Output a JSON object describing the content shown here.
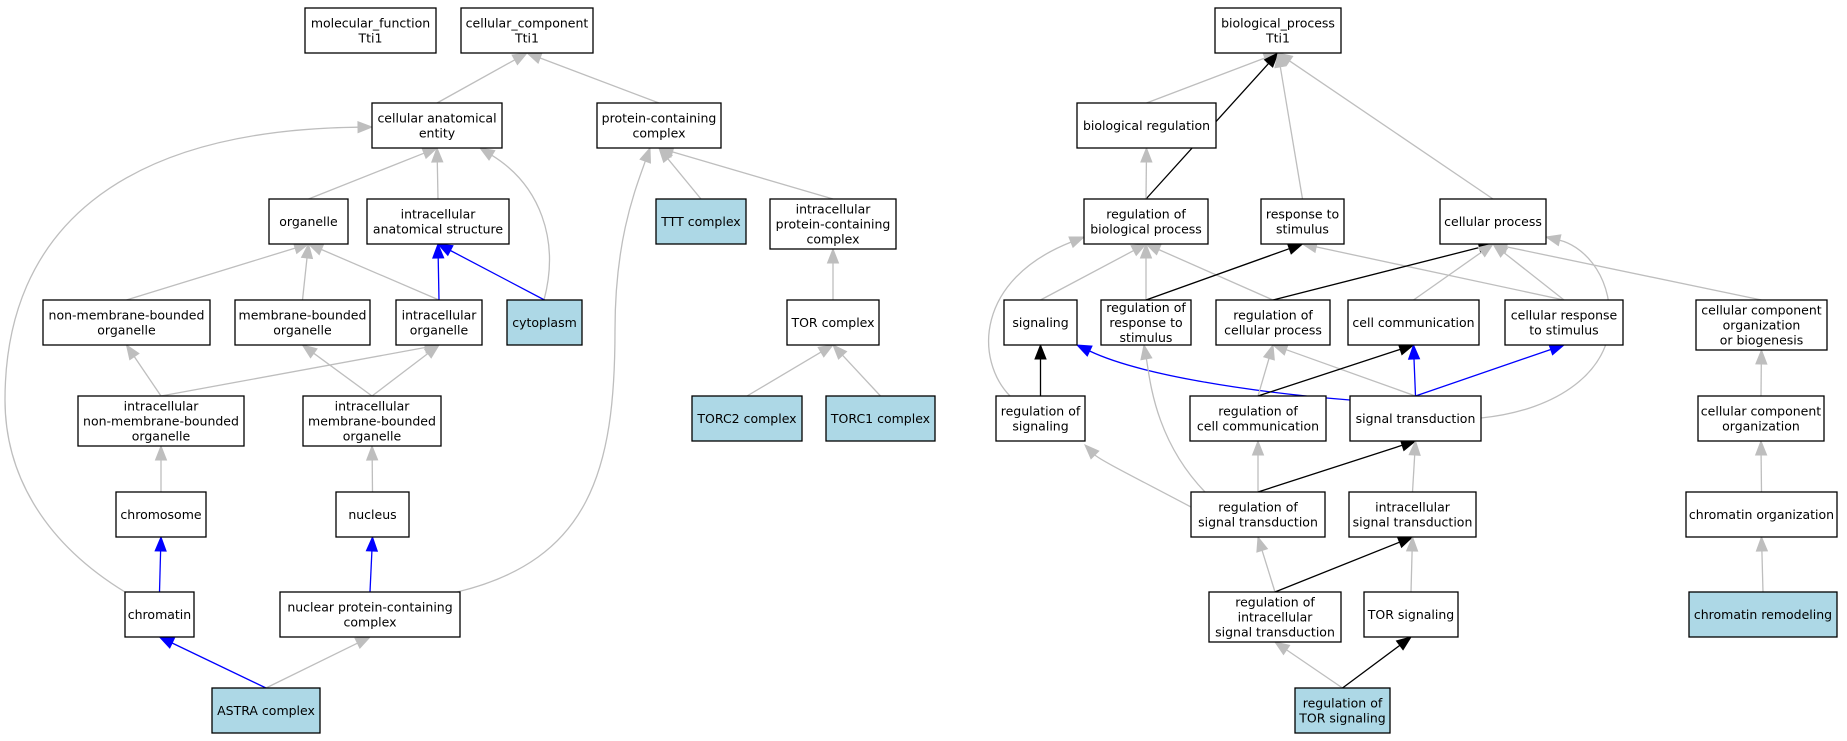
{
  "colors": {
    "highlight_fill": "#add8e6",
    "plain_fill": "#ffffff",
    "gray": "#bebebe",
    "black": "#000000",
    "blue": "#0000ff"
  },
  "nodes": [
    {
      "id": "mf_root",
      "lines": [
        "molecular_function",
        "Tti1"
      ],
      "highlight": false
    },
    {
      "id": "cc_root",
      "lines": [
        "cellular_component",
        "Tti1"
      ],
      "highlight": false
    },
    {
      "id": "bp_root",
      "lines": [
        "biological_process",
        "Tti1"
      ],
      "highlight": false
    },
    {
      "id": "cell_anat",
      "lines": [
        "cellular anatomical",
        "entity"
      ],
      "highlight": false
    },
    {
      "id": "prot_complex",
      "lines": [
        "protein-containing",
        "complex"
      ],
      "highlight": false
    },
    {
      "id": "organelle",
      "lines": [
        "organelle"
      ],
      "highlight": false
    },
    {
      "id": "intra_struct",
      "lines": [
        "intracellular",
        "anatomical structure"
      ],
      "highlight": false
    },
    {
      "id": "ttt",
      "lines": [
        "TTT complex"
      ],
      "highlight": true
    },
    {
      "id": "intra_prot",
      "lines": [
        "intracellular",
        "protein-containing",
        "complex"
      ],
      "highlight": false
    },
    {
      "id": "nonmem_org",
      "lines": [
        "non-membrane-bounded",
        "organelle"
      ],
      "highlight": false
    },
    {
      "id": "mem_org",
      "lines": [
        "membrane-bounded",
        "organelle"
      ],
      "highlight": false
    },
    {
      "id": "intra_org",
      "lines": [
        "intracellular",
        "organelle"
      ],
      "highlight": false
    },
    {
      "id": "cytoplasm",
      "lines": [
        "cytoplasm"
      ],
      "highlight": true
    },
    {
      "id": "tor_complex",
      "lines": [
        "TOR complex"
      ],
      "highlight": false
    },
    {
      "id": "intra_nonmem",
      "lines": [
        "intracellular",
        "non-membrane-bounded",
        "organelle"
      ],
      "highlight": false
    },
    {
      "id": "intra_mem",
      "lines": [
        "intracellular",
        "membrane-bounded",
        "organelle"
      ],
      "highlight": false
    },
    {
      "id": "torc2",
      "lines": [
        "TORC2 complex"
      ],
      "highlight": true
    },
    {
      "id": "torc1",
      "lines": [
        "TORC1 complex"
      ],
      "highlight": true
    },
    {
      "id": "chromosome",
      "lines": [
        "chromosome"
      ],
      "highlight": false
    },
    {
      "id": "nucleus",
      "lines": [
        "nucleus"
      ],
      "highlight": false
    },
    {
      "id": "chromatin",
      "lines": [
        "chromatin"
      ],
      "highlight": false
    },
    {
      "id": "nuc_prot",
      "lines": [
        "nuclear protein-containing",
        "complex"
      ],
      "highlight": false
    },
    {
      "id": "astra",
      "lines": [
        "ASTRA complex"
      ],
      "highlight": true
    },
    {
      "id": "bio_reg",
      "lines": [
        "biological regulation"
      ],
      "highlight": false
    },
    {
      "id": "reg_bio",
      "lines": [
        "regulation of",
        "biological process"
      ],
      "highlight": false
    },
    {
      "id": "resp_stim",
      "lines": [
        "response to",
        "stimulus"
      ],
      "highlight": false
    },
    {
      "id": "cell_proc",
      "lines": [
        "cellular process"
      ],
      "highlight": false
    },
    {
      "id": "signaling",
      "lines": [
        "signaling"
      ],
      "highlight": false
    },
    {
      "id": "reg_resp",
      "lines": [
        "regulation of",
        "response to",
        "stimulus"
      ],
      "highlight": false
    },
    {
      "id": "reg_cell_proc",
      "lines": [
        "regulation of",
        "cellular process"
      ],
      "highlight": false
    },
    {
      "id": "cell_comm",
      "lines": [
        "cell communication"
      ],
      "highlight": false
    },
    {
      "id": "cell_resp",
      "lines": [
        "cellular response",
        "to stimulus"
      ],
      "highlight": false
    },
    {
      "id": "cc_org_bio",
      "lines": [
        "cellular component",
        "organization",
        "or biogenesis"
      ],
      "highlight": false
    },
    {
      "id": "reg_sig",
      "lines": [
        "regulation of",
        "signaling"
      ],
      "highlight": false
    },
    {
      "id": "reg_cell_comm",
      "lines": [
        "regulation of",
        "cell communication"
      ],
      "highlight": false
    },
    {
      "id": "sig_trans",
      "lines": [
        "signal transduction"
      ],
      "highlight": false
    },
    {
      "id": "cc_org",
      "lines": [
        "cellular component",
        "organization"
      ],
      "highlight": false
    },
    {
      "id": "reg_sig_trans",
      "lines": [
        "regulation of",
        "signal transduction"
      ],
      "highlight": false
    },
    {
      "id": "intra_sig",
      "lines": [
        "intracellular",
        "signal transduction"
      ],
      "highlight": false
    },
    {
      "id": "chrom_org",
      "lines": [
        "chromatin organization"
      ],
      "highlight": false
    },
    {
      "id": "reg_intra_sig",
      "lines": [
        "regulation of",
        "intracellular",
        "signal transduction"
      ],
      "highlight": false
    },
    {
      "id": "tor_sig",
      "lines": [
        "TOR signaling"
      ],
      "highlight": false
    },
    {
      "id": "chrom_remod",
      "lines": [
        "chromatin remodeling"
      ],
      "highlight": true
    },
    {
      "id": "reg_tor",
      "lines": [
        "regulation of",
        "TOR signaling"
      ],
      "highlight": true
    }
  ],
  "edges": [
    {
      "from": "cell_anat",
      "to": "cc_root",
      "kind": "gray"
    },
    {
      "from": "prot_complex",
      "to": "cc_root",
      "kind": "gray"
    },
    {
      "from": "organelle",
      "to": "cell_anat",
      "kind": "gray"
    },
    {
      "from": "intra_struct",
      "to": "cell_anat",
      "kind": "gray"
    },
    {
      "from": "cytoplasm",
      "to": "cell_anat",
      "kind": "gray"
    },
    {
      "from": "chromatin",
      "to": "cell_anat",
      "kind": "gray"
    },
    {
      "from": "ttt",
      "to": "prot_complex",
      "kind": "gray"
    },
    {
      "from": "intra_prot",
      "to": "prot_complex",
      "kind": "gray"
    },
    {
      "from": "nuc_prot",
      "to": "prot_complex",
      "kind": "gray"
    },
    {
      "from": "nonmem_org",
      "to": "organelle",
      "kind": "gray"
    },
    {
      "from": "mem_org",
      "to": "organelle",
      "kind": "gray"
    },
    {
      "from": "intra_org",
      "to": "organelle",
      "kind": "gray"
    },
    {
      "from": "intra_org",
      "to": "intra_struct",
      "kind": "blue"
    },
    {
      "from": "cytoplasm",
      "to": "intra_struct",
      "kind": "blue"
    },
    {
      "from": "tor_complex",
      "to": "intra_prot",
      "kind": "gray"
    },
    {
      "from": "intra_nonmem",
      "to": "nonmem_org",
      "kind": "gray"
    },
    {
      "from": "intra_nonmem",
      "to": "intra_org",
      "kind": "gray"
    },
    {
      "from": "intra_mem",
      "to": "mem_org",
      "kind": "gray"
    },
    {
      "from": "intra_mem",
      "to": "intra_org",
      "kind": "gray"
    },
    {
      "from": "torc2",
      "to": "tor_complex",
      "kind": "gray"
    },
    {
      "from": "torc1",
      "to": "tor_complex",
      "kind": "gray"
    },
    {
      "from": "chromosome",
      "to": "intra_nonmem",
      "kind": "gray"
    },
    {
      "from": "nucleus",
      "to": "intra_mem",
      "kind": "gray"
    },
    {
      "from": "chromatin",
      "to": "chromosome",
      "kind": "blue"
    },
    {
      "from": "nuc_prot",
      "to": "nucleus",
      "kind": "blue"
    },
    {
      "from": "astra",
      "to": "chromatin",
      "kind": "blue"
    },
    {
      "from": "astra",
      "to": "nuc_prot",
      "kind": "gray"
    },
    {
      "from": "bio_reg",
      "to": "bp_root",
      "kind": "gray"
    },
    {
      "from": "reg_bio",
      "to": "bp_root",
      "kind": "black"
    },
    {
      "from": "resp_stim",
      "to": "bp_root",
      "kind": "gray"
    },
    {
      "from": "cell_proc",
      "to": "bp_root",
      "kind": "gray"
    },
    {
      "from": "reg_bio",
      "to": "bio_reg",
      "kind": "gray"
    },
    {
      "from": "signaling",
      "to": "reg_bio",
      "kind": "gray"
    },
    {
      "from": "reg_resp",
      "to": "reg_bio",
      "kind": "gray"
    },
    {
      "from": "reg_cell_proc",
      "to": "reg_bio",
      "kind": "gray"
    },
    {
      "from": "reg_sig",
      "to": "reg_bio",
      "kind": "gray"
    },
    {
      "from": "reg_resp",
      "to": "resp_stim",
      "kind": "black"
    },
    {
      "from": "cell_resp",
      "to": "resp_stim",
      "kind": "gray"
    },
    {
      "from": "reg_cell_proc",
      "to": "cell_proc",
      "kind": "black"
    },
    {
      "from": "cell_comm",
      "to": "cell_proc",
      "kind": "gray"
    },
    {
      "from": "cell_resp",
      "to": "cell_proc",
      "kind": "gray"
    },
    {
      "from": "cc_org_bio",
      "to": "cell_proc",
      "kind": "gray"
    },
    {
      "from": "sig_trans",
      "to": "cell_proc",
      "kind": "gray"
    },
    {
      "from": "reg_sig",
      "to": "signaling",
      "kind": "black"
    },
    {
      "from": "sig_trans",
      "to": "signaling",
      "kind": "blue"
    },
    {
      "from": "reg_sig_trans",
      "to": "reg_resp",
      "kind": "gray"
    },
    {
      "from": "reg_cell_comm",
      "to": "reg_cell_proc",
      "kind": "gray"
    },
    {
      "from": "sig_trans",
      "to": "reg_cell_proc",
      "kind": "gray"
    },
    {
      "from": "reg_cell_comm",
      "to": "cell_comm",
      "kind": "black"
    },
    {
      "from": "sig_trans",
      "to": "cell_comm",
      "kind": "blue"
    },
    {
      "from": "sig_trans",
      "to": "cell_resp",
      "kind": "blue"
    },
    {
      "from": "cc_org",
      "to": "cc_org_bio",
      "kind": "gray"
    },
    {
      "from": "reg_sig_trans",
      "to": "reg_sig",
      "kind": "gray"
    },
    {
      "from": "reg_sig_trans",
      "to": "reg_cell_comm",
      "kind": "gray"
    },
    {
      "from": "reg_sig_trans",
      "to": "sig_trans",
      "kind": "black"
    },
    {
      "from": "intra_sig",
      "to": "sig_trans",
      "kind": "gray"
    },
    {
      "from": "chrom_org",
      "to": "cc_org",
      "kind": "gray"
    },
    {
      "from": "reg_intra_sig",
      "to": "reg_sig_trans",
      "kind": "gray"
    },
    {
      "from": "reg_intra_sig",
      "to": "intra_sig",
      "kind": "black"
    },
    {
      "from": "tor_sig",
      "to": "intra_sig",
      "kind": "gray"
    },
    {
      "from": "chrom_remod",
      "to": "chrom_org",
      "kind": "gray"
    },
    {
      "from": "reg_tor",
      "to": "reg_intra_sig",
      "kind": "gray"
    },
    {
      "from": "reg_tor",
      "to": "tor_sig",
      "kind": "black"
    }
  ]
}
